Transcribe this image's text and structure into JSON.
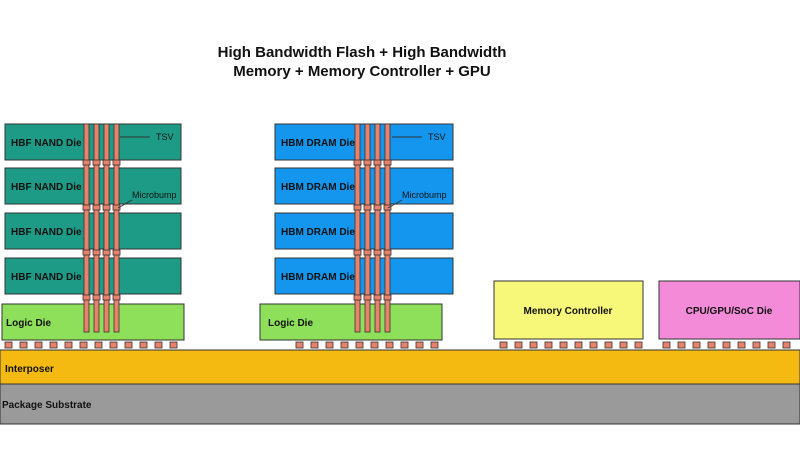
{
  "title": {
    "line1": "High Bandwidth Flash + High Bandwidth",
    "line2": "Memory + Memory Controller + GPU"
  },
  "hbf_stack": {
    "die_label": "HBF NAND Die",
    "logic_label": "Logic Die",
    "tsv_label": "TSV",
    "microbump_label": "Microbump",
    "die_color": "#1e9b86",
    "logic_color": "#8ee05a"
  },
  "hbm_stack": {
    "die_label": "HBM DRAM Die",
    "logic_label": "Logic Die",
    "tsv_label": "TSV",
    "microbump_label": "Microbump",
    "die_color": "#1596ee",
    "logic_color": "#8ee05a"
  },
  "memory_controller": {
    "label": "Memory Controller",
    "color": "#f7f77a"
  },
  "cpu_gpu": {
    "label": "CPU/GPU/SoC Die",
    "color": "#f48bd8"
  },
  "interposer": {
    "label": "Interposer",
    "color": "#f5ba12"
  },
  "package_substrate": {
    "label": "Package Substrate",
    "color": "#9a9a9a"
  },
  "colors": {
    "tsv": "#e8826a",
    "bump": "#e8826a",
    "stroke": "#333333"
  }
}
